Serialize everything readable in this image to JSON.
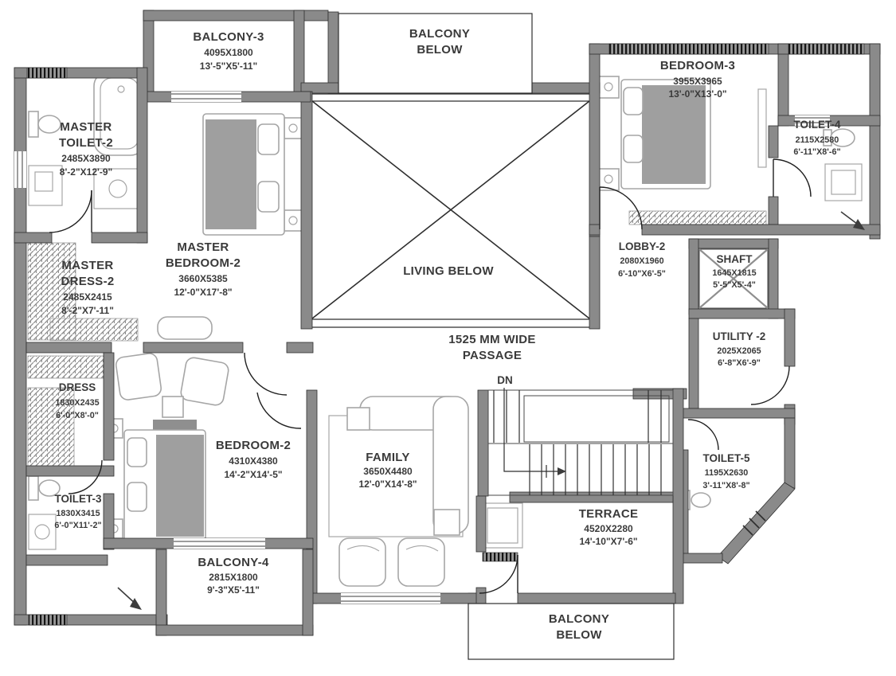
{
  "colors": {
    "wall": "#8a8a8a",
    "outline": "#2e2e2e",
    "text": "#3a3a3a",
    "furn": "#a6a6a6"
  },
  "rooms": {
    "master_toilet_2": {
      "lines": [
        "MASTER",
        "TOILET-2",
        "2485X3890",
        "8'-2\"X12'-9\""
      ]
    },
    "balcony_3": {
      "lines": [
        "BALCONY-3",
        "4095X1800",
        "13'-5\"X5'-11\""
      ]
    },
    "balcony_below_top": {
      "lines": [
        "BALCONY",
        "BELOW"
      ]
    },
    "bedroom_3": {
      "lines": [
        "BEDROOM-3",
        "3955X3965",
        "13'-0\"X13'-0\""
      ]
    },
    "toilet_4": {
      "lines": [
        "TOILET-4",
        "2115X2580",
        "6'-11\"X8'-6\""
      ]
    },
    "lobby_2": {
      "lines": [
        "LOBBY-2",
        "2080X1960",
        "6'-10\"X6'-5\""
      ]
    },
    "shaft": {
      "lines": [
        "SHAFT",
        "1645X1815",
        "5'-5\"X5'-4\""
      ]
    },
    "living_below": {
      "lines": [
        "LIVING BELOW"
      ]
    },
    "master_dress_2": {
      "lines": [
        "MASTER",
        "DRESS-2",
        "2485X2415",
        "8'-2\"X7'-11\""
      ]
    },
    "master_bedroom_2": {
      "lines": [
        "MASTER",
        "BEDROOM-2",
        "3660X5385",
        "12'-0\"X17'-8\""
      ]
    },
    "utility_2": {
      "lines": [
        "UTILITY -2",
        "2025X2065",
        "6'-8\"X6'-9\""
      ]
    },
    "passage": {
      "lines": [
        "1525 MM WIDE",
        "PASSAGE"
      ]
    },
    "dn": {
      "lines": [
        "DN"
      ]
    },
    "dress": {
      "lines": [
        "DRESS",
        "1830X2435",
        "6'-0\"X8'-0\""
      ]
    },
    "bedroom_2": {
      "lines": [
        "BEDROOM-2",
        "4310X4380",
        "14'-2\"X14'-5\""
      ]
    },
    "family": {
      "lines": [
        "FAMILY",
        "3650X4480",
        "12'-0\"X14'-8\""
      ]
    },
    "toilet_3": {
      "lines": [
        "TOILET-3",
        "1830X3415",
        "6'-0\"X11'-2\""
      ]
    },
    "terrace": {
      "lines": [
        "TERRACE",
        "4520X2280",
        "14'-10\"X7'-6\""
      ]
    },
    "toilet_5": {
      "lines": [
        "TOILET-5",
        "1195X2630",
        "3'-11\"X8'-8\""
      ]
    },
    "balcony_4": {
      "lines": [
        "BALCONY-4",
        "2815X1800",
        "9'-3\"X5'-11\""
      ]
    },
    "balcony_below_bottom": {
      "lines": [
        "BALCONY",
        "BELOW"
      ]
    }
  }
}
